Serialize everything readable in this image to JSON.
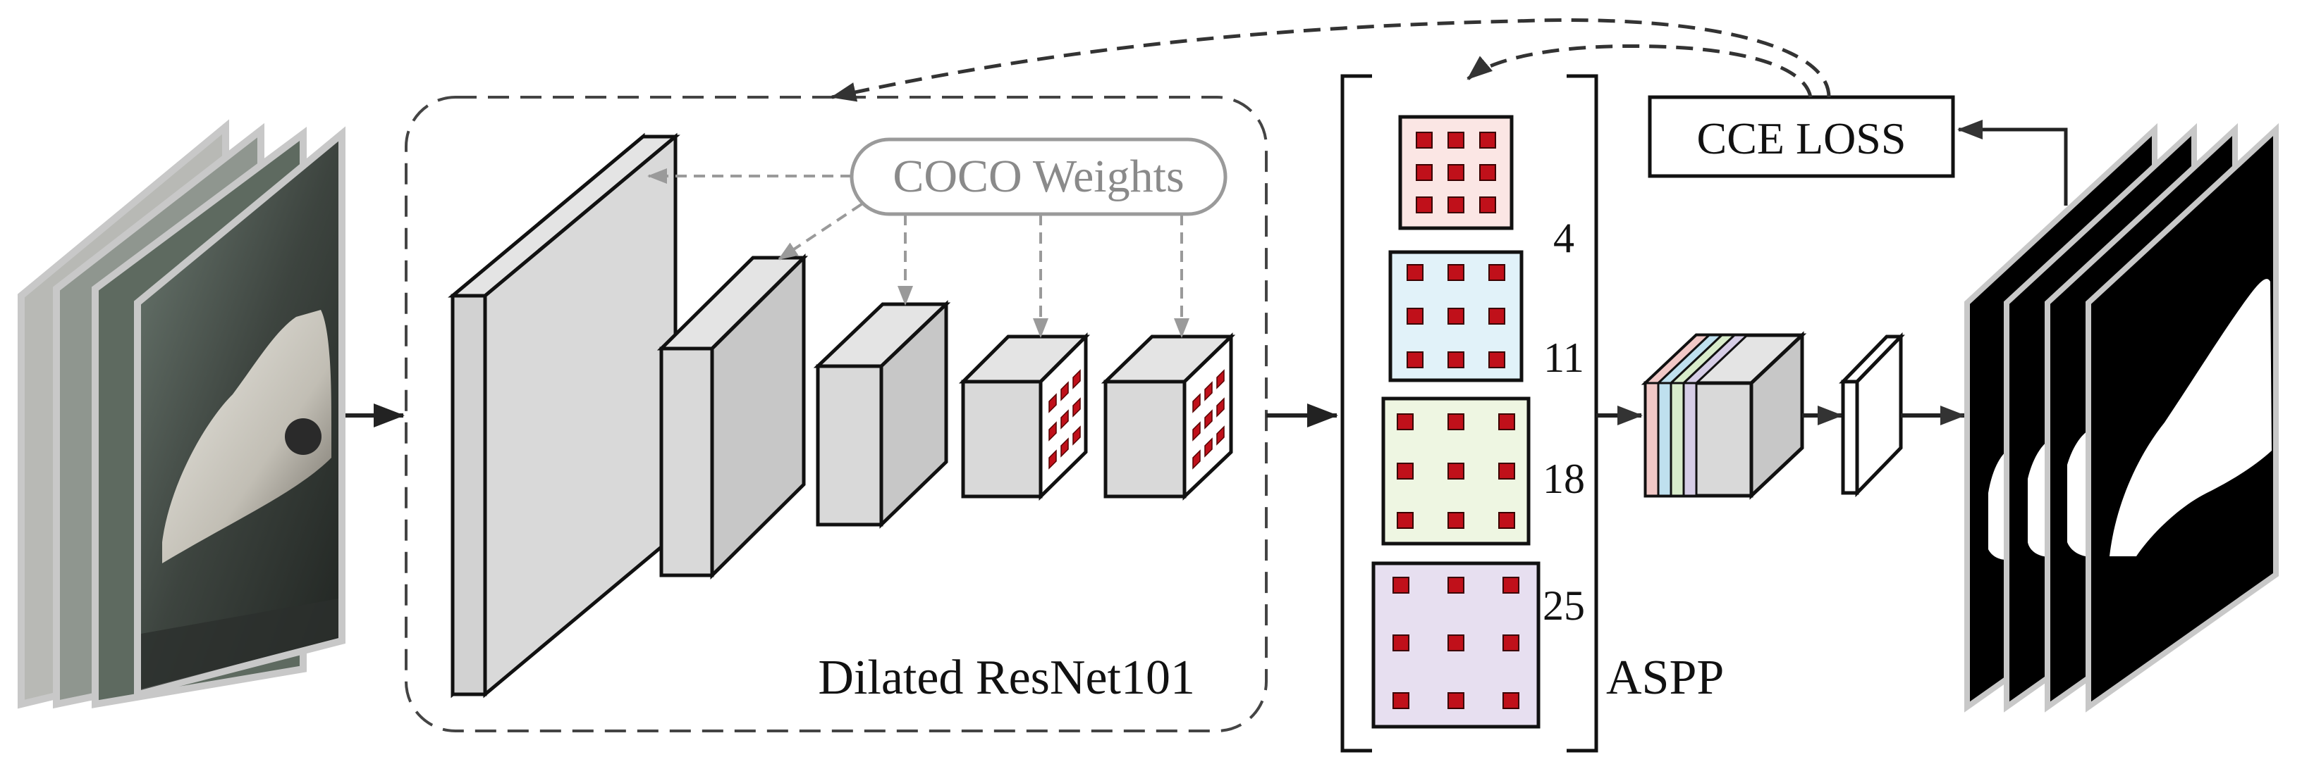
{
  "labels": {
    "pretrained_weights": "COCO Weights",
    "backbone": "Dilated ResNet101",
    "aspp": "ASPP",
    "loss": "CCE LOSS"
  },
  "dilation_rates": [
    "4",
    "11",
    "18",
    "25"
  ],
  "colors": {
    "block_face": "#d9d9d9",
    "block_top": "#e4e4e4",
    "block_side": "#c7c7c7",
    "kernel_cell": "#c0101a",
    "dashed_gray": "#9a9a9a",
    "rate_4_fill": "#fbe6e4",
    "rate_11_fill": "#e1f2f9",
    "rate_18_fill": "#eef6e2",
    "rate_25_fill": "#e7dff0",
    "feature_stripes": [
      "#f1c8c6",
      "#bfe0ee",
      "#d8eccb",
      "#d6cde6"
    ],
    "mask_background": "#000000",
    "mask_foreground": "#ffffff"
  }
}
